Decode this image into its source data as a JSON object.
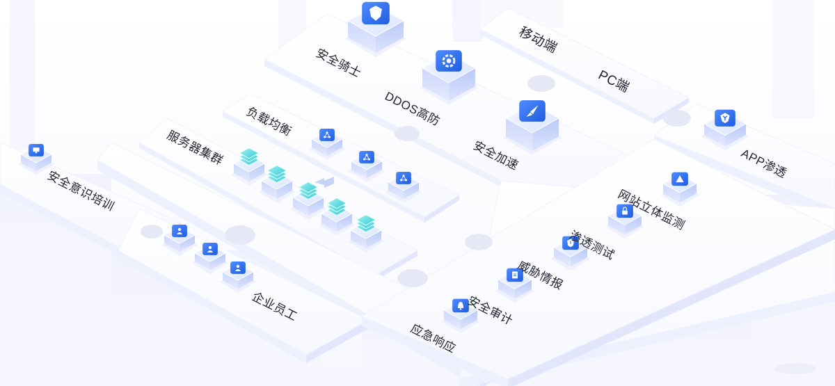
{
  "colors": {
    "platform_top": "#ffffff",
    "platform_side": "#eceefd",
    "platform_edge": "#e3e6fb",
    "icon_blue": "#2f6ff0",
    "icon_cyan": "#4fd9df",
    "cube_body": "#dfe6fd",
    "connector": "#e7e9f6",
    "label_text": "#222430"
  },
  "labels": {
    "security_knight": "安全骑士",
    "ddos": "DDOS高防",
    "acceleration": "安全加速",
    "mobile": "移动端",
    "pc": "PC端",
    "app_penetration": "APP渗透",
    "load_balance": "负载均衡",
    "server_cluster": "服务器集群",
    "awareness_training": "安全意识培训",
    "employees": "企业员工",
    "website_monitor": "网站立体监测",
    "pentest": "渗透测试",
    "threat_intel": "威胁情报",
    "audit": "安全审计",
    "emergency": "应急响应"
  },
  "icons": {
    "security_knight": "shield-icon",
    "ddos": "gear-icon",
    "acceleration": "rocket-icon",
    "app_penetration": "shield-y-icon",
    "load_balance": "network-icon",
    "server_cluster": "layers-icon",
    "awareness_training": "monitor-icon",
    "employees": "user-icon",
    "website_monitor": "warning-icon",
    "pentest": "lock-icon",
    "threat_intel": "alert-icon",
    "audit": "document-icon",
    "emergency": "bell-icon"
  }
}
